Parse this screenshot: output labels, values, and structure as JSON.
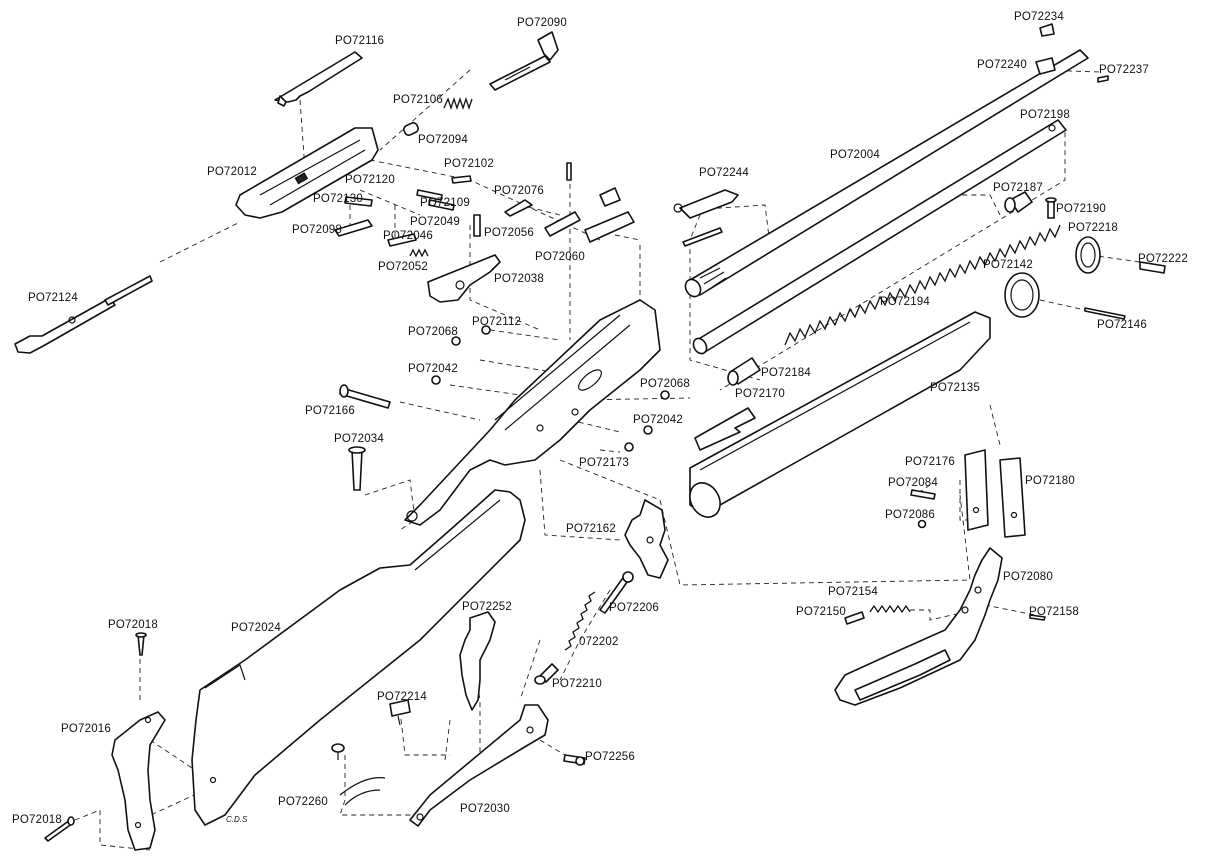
{
  "diagram": {
    "signature": "C.D.S",
    "parts": [
      {
        "id": "p72090",
        "label": "PO72090"
      },
      {
        "id": "p72116",
        "label": "PO72116"
      },
      {
        "id": "p72106",
        "label": "PO72106"
      },
      {
        "id": "p72094",
        "label": "PO72094"
      },
      {
        "id": "p72102",
        "label": "PO72102"
      },
      {
        "id": "p72012",
        "label": "PO72012"
      },
      {
        "id": "p72120",
        "label": "PO72120"
      },
      {
        "id": "p72130",
        "label": "PO72130"
      },
      {
        "id": "p72109",
        "label": "PO72109"
      },
      {
        "id": "p72076",
        "label": "PO72076"
      },
      {
        "id": "p72049",
        "label": "PO72049"
      },
      {
        "id": "p72098",
        "label": "PO72098"
      },
      {
        "id": "p72046",
        "label": "PO72046"
      },
      {
        "id": "p72056",
        "label": "PO72056"
      },
      {
        "id": "p72052",
        "label": "PO72052"
      },
      {
        "id": "p72060",
        "label": "PO72060"
      },
      {
        "id": "p72038",
        "label": "PO72038"
      },
      {
        "id": "p72244",
        "label": "PO72244"
      },
      {
        "id": "p72004",
        "label": "PO72004"
      },
      {
        "id": "p72234",
        "label": "PO72234"
      },
      {
        "id": "p72240",
        "label": "PO72240"
      },
      {
        "id": "p72237",
        "label": "PO72237"
      },
      {
        "id": "p72198",
        "label": "PO72198"
      },
      {
        "id": "p72187",
        "label": "PO72187"
      },
      {
        "id": "p72190",
        "label": "PO72190"
      },
      {
        "id": "p72218",
        "label": "PO72218"
      },
      {
        "id": "p72222",
        "label": "PO72222"
      },
      {
        "id": "p72142",
        "label": "PO72142"
      },
      {
        "id": "p72146",
        "label": "PO72146"
      },
      {
        "id": "p72194",
        "label": "PO72194"
      },
      {
        "id": "p72124",
        "label": "PO72124"
      },
      {
        "id": "p72068a",
        "label": "PO72068"
      },
      {
        "id": "p72112",
        "label": "PO72112"
      },
      {
        "id": "p72042a",
        "label": "PO72042"
      },
      {
        "id": "p72184",
        "label": "PO72184"
      },
      {
        "id": "p72170",
        "label": "PO72170"
      },
      {
        "id": "p72068b",
        "label": "PO72068"
      },
      {
        "id": "p72135",
        "label": "PO72135"
      },
      {
        "id": "p72166",
        "label": "PO72166"
      },
      {
        "id": "p72042b",
        "label": "PO72042"
      },
      {
        "id": "p72034",
        "label": "PO72034"
      },
      {
        "id": "p72173",
        "label": "PO72173"
      },
      {
        "id": "p72176",
        "label": "PO72176"
      },
      {
        "id": "p72084",
        "label": "PO72084"
      },
      {
        "id": "p72180",
        "label": "PO72180"
      },
      {
        "id": "p72086",
        "label": "PO72086"
      },
      {
        "id": "p72162",
        "label": "PO72162"
      },
      {
        "id": "p72080",
        "label": "PO72080"
      },
      {
        "id": "p72154",
        "label": "PO72154"
      },
      {
        "id": "p72150",
        "label": "PO72150"
      },
      {
        "id": "p72158",
        "label": "PO72158"
      },
      {
        "id": "p72206",
        "label": "PO72206"
      },
      {
        "id": "p72252",
        "label": "PO72252"
      },
      {
        "id": "p72018a",
        "label": "PO72018"
      },
      {
        "id": "p72024",
        "label": "PO72024"
      },
      {
        "id": "p72202",
        "label": "072202"
      },
      {
        "id": "p72016",
        "label": "PO72016"
      },
      {
        "id": "p72210",
        "label": "PO72210"
      },
      {
        "id": "p72214",
        "label": "PO72214"
      },
      {
        "id": "p72256",
        "label": "PO72256"
      },
      {
        "id": "p72260",
        "label": "PO72260"
      },
      {
        "id": "p72030",
        "label": "PO72030"
      },
      {
        "id": "p72018b",
        "label": "PO72018"
      }
    ]
  }
}
